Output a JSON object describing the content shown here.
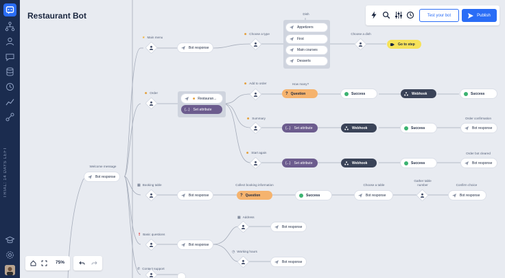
{
  "app": {
    "title": "Restaurant Bot",
    "trial_text": "TRIAL: 14 DAYS LEFT",
    "zoom": "75%",
    "colors": {
      "accent": "#2a6df6",
      "sidebar": "#1b2c4f",
      "canvas": "#e8ebf1",
      "question": "#f5b36e",
      "goto": "#f6e25a",
      "attribute": "#6c5c8e",
      "webhook": "#3a4358",
      "success": "#3cb371"
    }
  },
  "sidebar": {
    "icons": [
      "logo-icon",
      "flow-icon",
      "users-icon",
      "chat-icon",
      "database-icon",
      "history-icon",
      "analytics-icon",
      "integrations-icon",
      "academy-icon",
      "settings-icon"
    ]
  },
  "toolbar": {
    "icons": [
      "lightning-icon",
      "search-icon",
      "sliders-icon",
      "history-icon"
    ],
    "test_label": "Test your bot",
    "publish_label": "Publish"
  },
  "headers": {
    "welcome": "Welcome message",
    "main_menu": "Main menu",
    "order": "Order",
    "choose_type": "Choose a type",
    "dish": "Dish",
    "choose_dish": "Choose a dish",
    "add_to_order": "Add to order",
    "how_many": "How many?",
    "summary": "Summary",
    "order_confirmation": "Order confirmation",
    "start_again": "Start again",
    "order_bot_cleared": "Order bot cleared",
    "booking_table": "Booking table",
    "collect_booking": "Collect booking information",
    "choose_table": "Choose a table",
    "gather_table_number": "Gather table number",
    "confirm_choice": "Confirm choice",
    "address": "Address",
    "basic_questions": "Basic questions",
    "working_hours": "Working hours",
    "contact_support": "Contact support"
  },
  "labels": {
    "bot_response": "Bot response",
    "question": "Question",
    "success": "Success",
    "webhook": "Webhook",
    "set_attribute": "Set attribute",
    "go_to_step": "Go to step",
    "restaurant": "Restauran..."
  },
  "dish_options": [
    "Appetizers",
    "First",
    "Main courses",
    "Desserts"
  ]
}
